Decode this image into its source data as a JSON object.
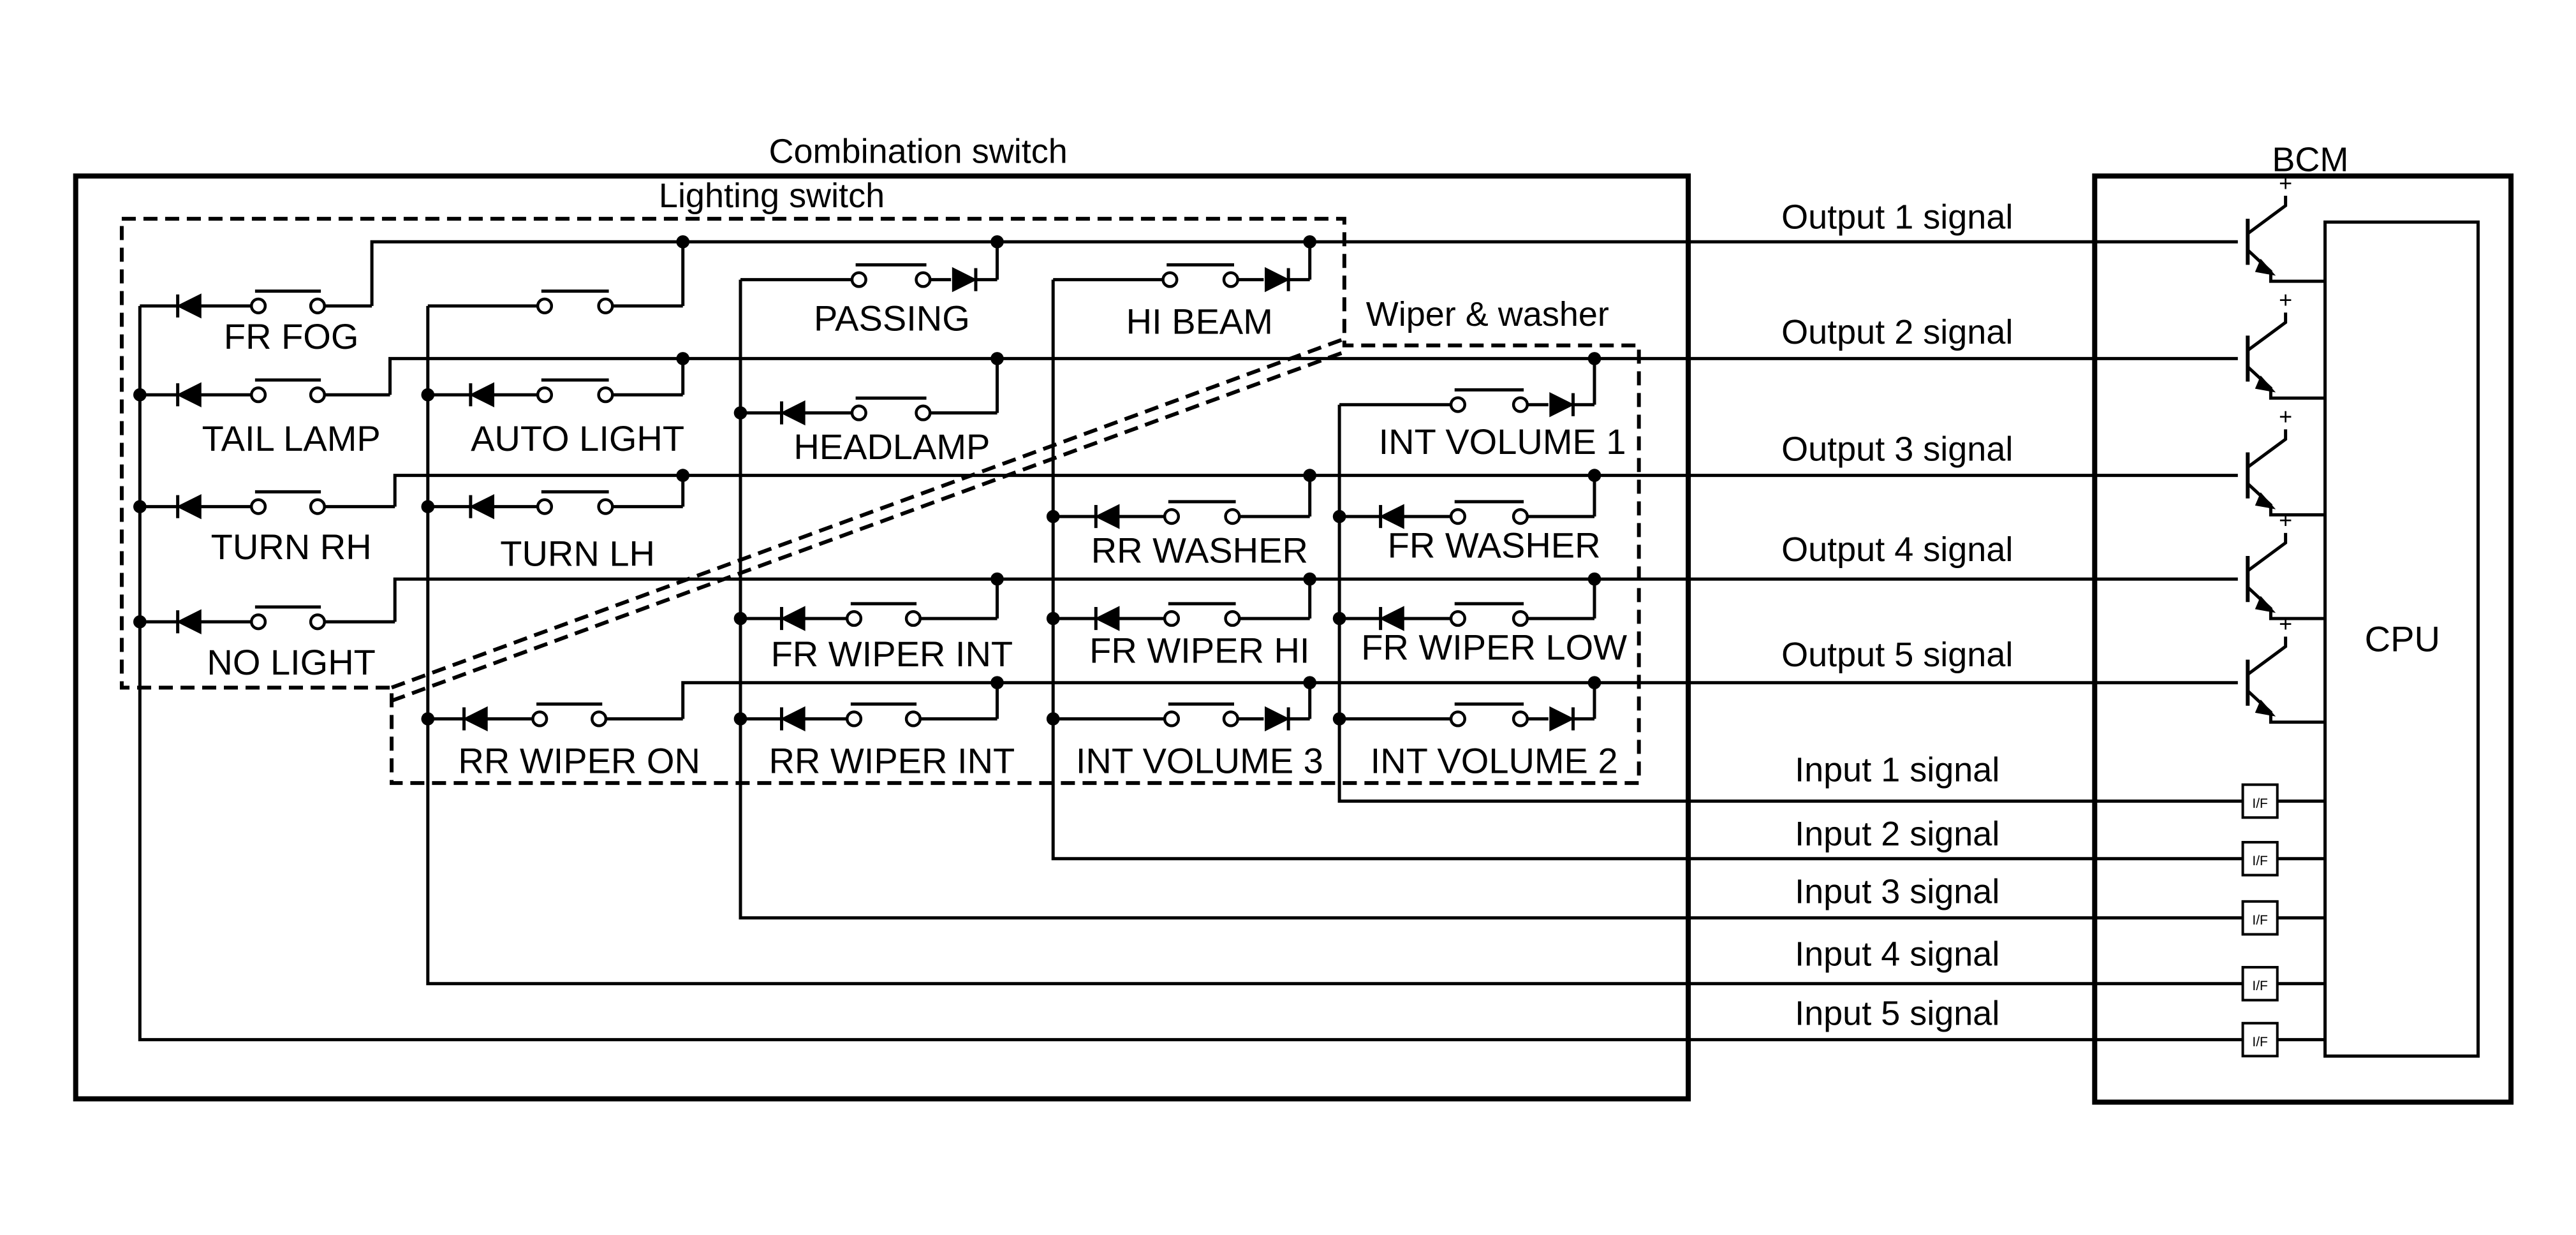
{
  "combination_switch": {
    "title": "Combination switch",
    "lighting_switch": "Lighting switch",
    "wiper_washer": "Wiper & washer",
    "switches": [
      {
        "key": "fr_fog",
        "label": "FR FOG"
      },
      {
        "key": "tail_lamp",
        "label": "TAIL LAMP"
      },
      {
        "key": "turn_rh",
        "label": "TURN RH"
      },
      {
        "key": "no_light",
        "label": "NO LIGHT"
      },
      {
        "key": "auto_light",
        "label": "AUTO LIGHT"
      },
      {
        "key": "turn_lh",
        "label": "TURN LH"
      },
      {
        "key": "passing",
        "label": "PASSING"
      },
      {
        "key": "headlamp",
        "label": "HEADLAMP"
      },
      {
        "key": "hi_beam",
        "label": "HI BEAM"
      },
      {
        "key": "int_volume_1",
        "label": "INT VOLUME 1"
      },
      {
        "key": "rr_washer",
        "label": "RR WASHER"
      },
      {
        "key": "fr_washer",
        "label": "FR WASHER"
      },
      {
        "key": "fr_wiper_int",
        "label": "FR WIPER INT"
      },
      {
        "key": "fr_wiper_hi",
        "label": "FR WIPER HI"
      },
      {
        "key": "fr_wiper_low",
        "label": "FR WIPER LOW"
      },
      {
        "key": "rr_wiper_on",
        "label": "RR WIPER ON"
      },
      {
        "key": "rr_wiper_int",
        "label": "RR WIPER INT"
      },
      {
        "key": "int_volume_3",
        "label": "INT VOLUME 3"
      },
      {
        "key": "int_volume_2",
        "label": "INT VOLUME 2"
      }
    ]
  },
  "bcm": {
    "title": "BCM",
    "cpu": "CPU",
    "interface_label": "I/F",
    "outputs": [
      "Output 1 signal",
      "Output 2 signal",
      "Output 3 signal",
      "Output 4 signal",
      "Output 5 signal"
    ],
    "inputs": [
      "Input 1 signal",
      "Input 2 signal",
      "Input 3 signal",
      "Input 4 signal",
      "Input 5 signal"
    ],
    "supply_symbol": "+"
  }
}
